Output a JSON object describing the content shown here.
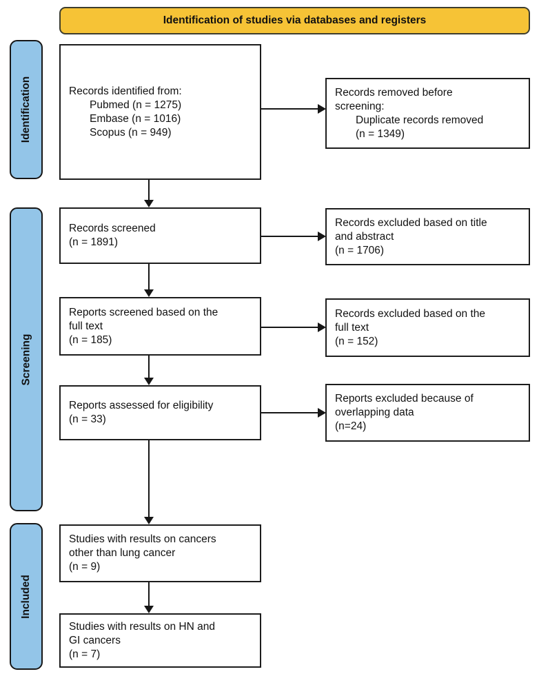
{
  "banner": {
    "title": "Identification of studies via databases and registers"
  },
  "colors": {
    "banner_bg": "#f6c336",
    "banner_border": "#3d3d2e",
    "stage_bg": "#93c5e8",
    "box_border": "#1c1c1c"
  },
  "stages": [
    {
      "label": "Identification"
    },
    {
      "label": "Screening"
    },
    {
      "label": "Included"
    }
  ],
  "boxes": {
    "records_identified": {
      "lines": [
        "Records identified from:",
        "Pubmed (n = 1275)",
        "Embase (n = 1016)",
        "Scopus (n = 949)"
      ]
    },
    "records_removed": {
      "lines": [
        "Records removed before",
        "screening:",
        "Duplicate records removed",
        "(n = 1349)"
      ]
    },
    "records_screened": {
      "lines": [
        "Records screened",
        "(n = 1891)"
      ]
    },
    "excluded_title_abstract": {
      "lines": [
        "Records excluded based on title",
        "and abstract",
        "(n = 1706)"
      ]
    },
    "reports_screened": {
      "lines": [
        "Reports screened based on the",
        "full text",
        "(n = 185)"
      ]
    },
    "excluded_full_text": {
      "lines": [
        "Records excluded based on the",
        "full text",
        "(n = 152)"
      ]
    },
    "reports_assessed": {
      "lines": [
        "Reports assessed for eligibility",
        "(n = 33)"
      ]
    },
    "excluded_overlapping": {
      "lines": [
        "Reports excluded because of",
        "overlapping data",
        "(n=24)"
      ]
    },
    "studies_other_cancers": {
      "lines": [
        "Studies with results on cancers",
        "other than lung cancer",
        "(n = 9)"
      ]
    },
    "studies_hn_gi": {
      "lines": [
        "Studies with results on HN and",
        "GI cancers",
        "(n = 7)"
      ]
    }
  }
}
